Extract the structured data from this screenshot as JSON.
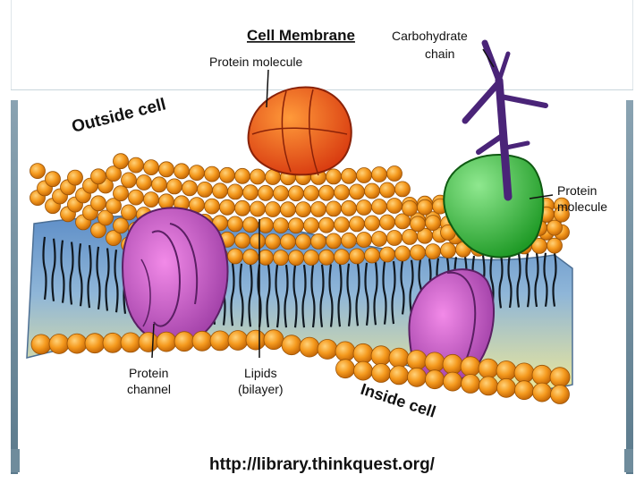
{
  "title": "Cell Membrane",
  "labels": {
    "carbohydrate_line1": "Carbohydrate",
    "carbohydrate_line2": "chain",
    "protein_top": "Protein molecule",
    "outside": "Outside cell",
    "protein_right_line1": "Protein",
    "protein_right_line2": "molecule",
    "channel_line1": "Protein",
    "channel_line2": "channel",
    "lipids_line1": "Lipids",
    "lipids_line2": "(bilayer)",
    "inside": "Inside cell"
  },
  "source_url": "http://library.thinkquest.org/",
  "colors": {
    "lipid_head": "#f59a1e",
    "protein_red": "#e8521c",
    "protein_green": "#36b236",
    "channel_purple": "#b04fb7",
    "carbohydrate": "#5b2e86",
    "bilayer_top": "#7fa9d6",
    "bilayer_bottom": "#e6e69a"
  }
}
